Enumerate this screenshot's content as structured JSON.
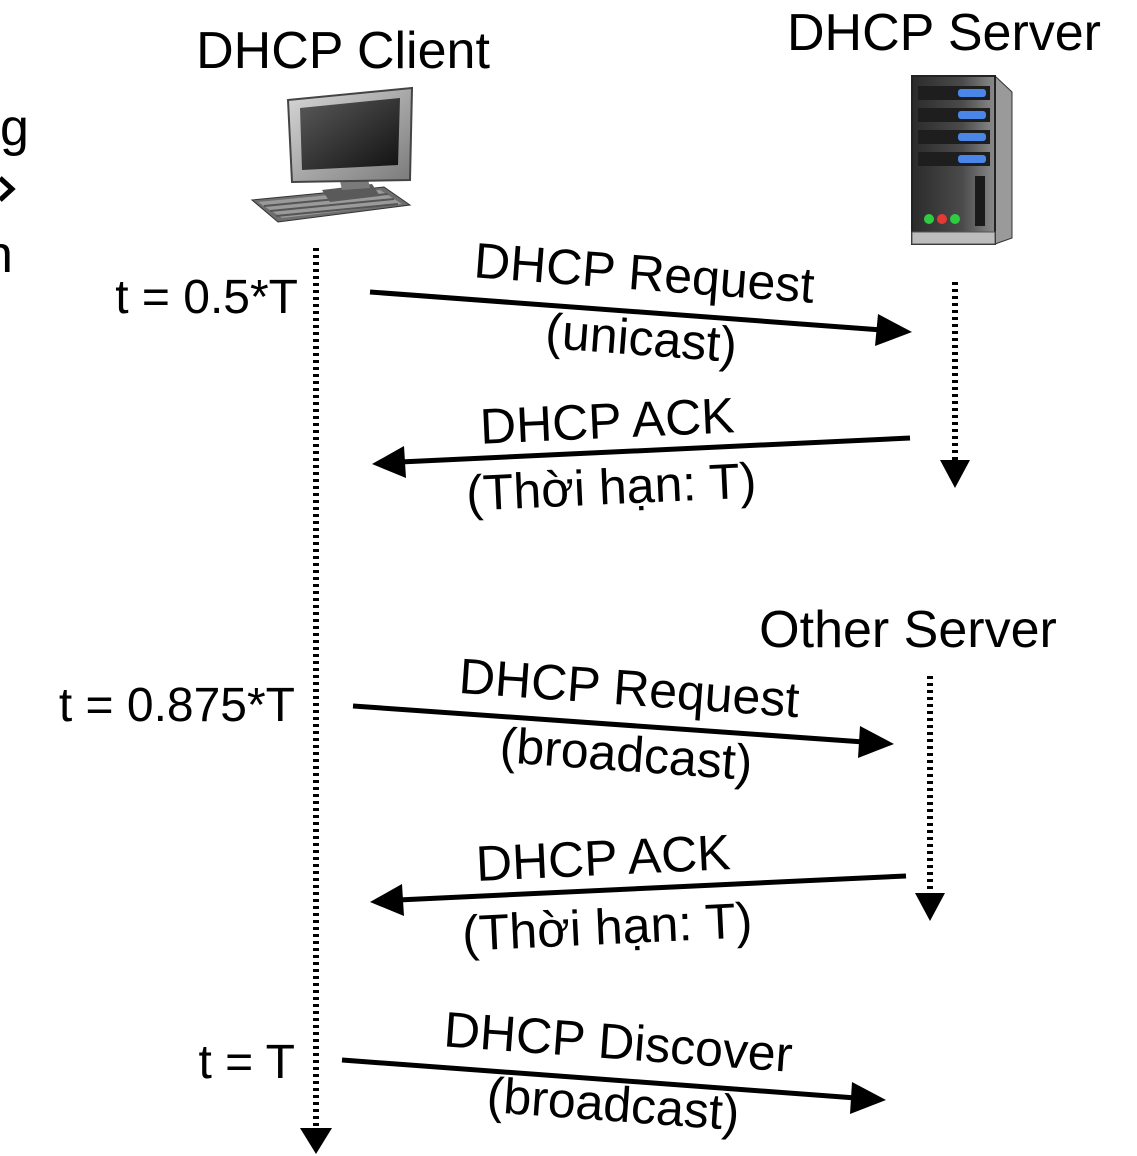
{
  "diagram": {
    "actors": {
      "client": {
        "title": "DHCP Client"
      },
      "server": {
        "title": "DHCP Server"
      },
      "other": {
        "title": "Other Server"
      }
    },
    "times": [
      "t = 0.5*T",
      "t = 0.875*T",
      "t = T"
    ],
    "messages": [
      {
        "label": "DHCP Request",
        "sub": "(unicast)"
      },
      {
        "label": "DHCP ACK",
        "sub": "(Thời hạn: T)"
      },
      {
        "label": "DHCP Request",
        "sub": "(broadcast)"
      },
      {
        "label": "DHCP ACK",
        "sub": "(Thời hạn: T)"
      },
      {
        "label": "DHCP Discover",
        "sub": "(broadcast)"
      }
    ],
    "edge_fragments": [
      "g",
      "n"
    ],
    "colors": {
      "line": "#000000",
      "server_led_blue": "#4a86e8",
      "server_led_red": "#e53935",
      "server_led_green": "#2ecc40"
    }
  }
}
